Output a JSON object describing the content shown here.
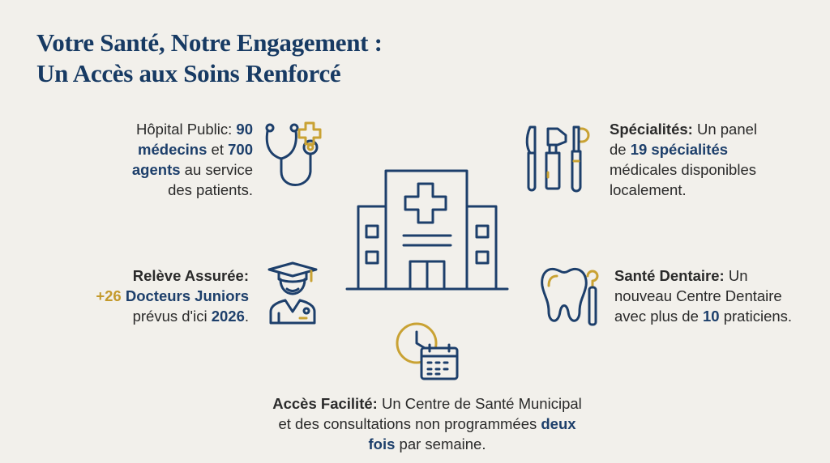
{
  "title": {
    "line1": "Votre Santé, Notre Engagement :",
    "line2": "Un Accès aux Soins Renforcé"
  },
  "hospital_staff": {
    "label": "Hôpital Public:",
    "n90": " 90",
    "medecins": "médecins",
    "et": " et ",
    "n700": "700",
    "agents": "agents",
    "au_service": " au service",
    "line4": "des patients."
  },
  "succession": {
    "label": "Relève Assurée:",
    "plus26": "+26",
    "juniors": " Docteurs Juniors",
    "prevus": "prévus d'ici ",
    "year": "2026",
    "dot": "."
  },
  "specialties": {
    "label": "Spécialités:",
    "text1": " Un panel",
    "de": "de ",
    "count": "19 spécialités",
    "line3": "médicales disponibles",
    "line4": "localement."
  },
  "dental": {
    "label": "Santé Dentaire:",
    "text1": " Un",
    "line2": "nouveau Centre Dentaire",
    "avec": "avec plus de ",
    "count": "10",
    "praticiens": " praticiens."
  },
  "access": {
    "label": "Accès Facilité:",
    "text1": " Un Centre de Santé Municipal",
    "line2a": "et des consultations non programmées ",
    "deux": "deux",
    "fois": "fois",
    "line3b": " par semaine."
  },
  "colors": {
    "navy": "#1d3f6b",
    "gold": "#c9a233",
    "background": "#f2f0eb"
  },
  "icons": [
    "stethoscope-icon",
    "hospital-icon",
    "medical-tools-icon",
    "graduate-doctor-icon",
    "tooth-icon",
    "clock-calendar-icon"
  ]
}
